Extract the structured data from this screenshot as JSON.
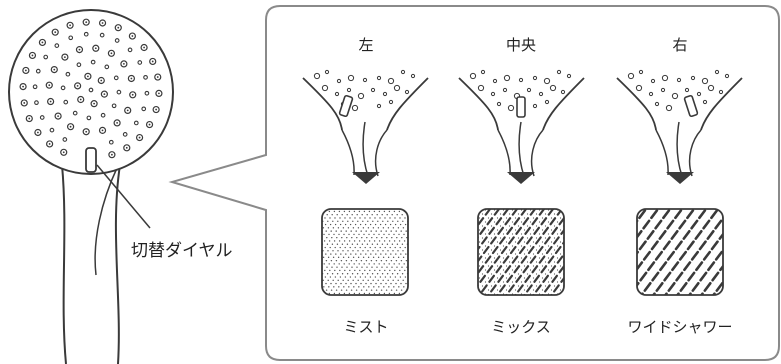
{
  "dial_label": "切替ダイヤル",
  "positions": [
    {
      "position_label": "左",
      "mode_label": "ミスト",
      "pattern": "mist"
    },
    {
      "position_label": "中央",
      "mode_label": "ミックス",
      "pattern": "mix"
    },
    {
      "position_label": "右",
      "mode_label": "ワイドシャワー",
      "pattern": "wide"
    }
  ],
  "colors": {
    "line": "#3a3a3a",
    "fill": "#ffffff",
    "dot": "#555555",
    "arrow": "#3a3a3a"
  }
}
